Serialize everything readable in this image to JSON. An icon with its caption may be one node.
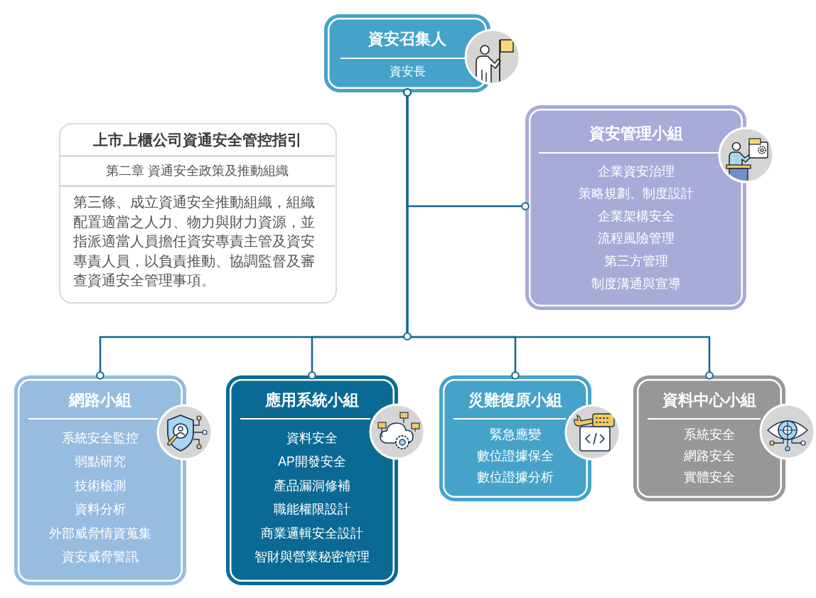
{
  "diagram": {
    "nodes": [
      {
        "text": [
          "資安召集人",
          "資安長"
        ]
      },
      {
        "text": [
          "上市上櫃公司資通安全管控指引",
          "第二章 資通安全政策及推動組織",
          "第三條、成立資通安全推動組織，組織配置適當之人力、物力與財力資源，並指派適當人員擔任資安專責主管及資安專責人員，以負責推動、協調監督及審查資通安全管理事項。"
        ]
      },
      {
        "text": [
          "資安管理小組",
          "企業資安治理",
          "策略規劃、制度設計",
          "企業架構安全",
          "流程風險管理",
          "第三方管理",
          "制度溝通與宣導"
        ]
      },
      {
        "text": [
          "網路小組",
          "系統安全監控",
          "弱點研究",
          "技術檢測",
          "資料分析",
          "外部威脅情資蒐集",
          "資安威脅警訊"
        ]
      },
      {
        "text": [
          "應用系統小組",
          "資料安全",
          "AP開發安全",
          "產品漏洞修補",
          "職能權限設計",
          "商業邏輯安全設計",
          "智財與營業秘密管理"
        ]
      },
      {
        "text": [
          "災難復原小組",
          "緊急應變",
          "數位證據保全",
          "數位證據分析"
        ]
      },
      {
        "text": [
          "資料中心小組",
          "系統安全",
          "網路安全",
          "實體安全"
        ]
      }
    ],
    "edges": [
      {
        "from": 0,
        "to": 2,
        "arrow": "other"
      },
      {
        "from": 0,
        "to": 3,
        "arrow": "other"
      },
      {
        "from": 0,
        "to": 4,
        "arrow": "other"
      },
      {
        "from": 0,
        "to": 5,
        "arrow": "other"
      },
      {
        "from": 0,
        "to": 6,
        "arrow": "other"
      }
    ]
  }
}
